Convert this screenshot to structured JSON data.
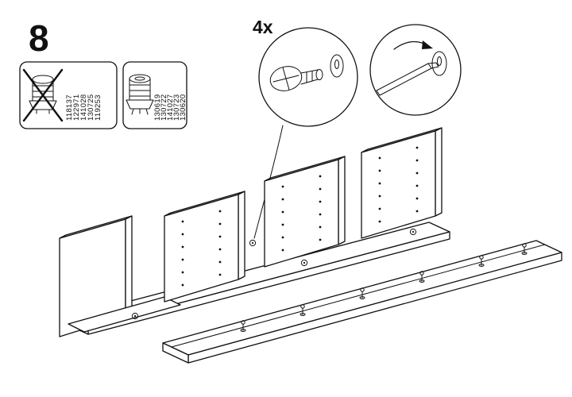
{
  "step": {
    "number": "8"
  },
  "callout": {
    "quantity_label": "4x"
  },
  "parts": {
    "excluded_box": {
      "icon": "crossed-out-spring-part-icon",
      "numbers": [
        "118137",
        "122971",
        "141028",
        "130725",
        "119253"
      ]
    },
    "included_box": {
      "icon": "spring-part-icon",
      "numbers": [
        "130619",
        "130722",
        "141027",
        "130723",
        "130620"
      ]
    }
  },
  "colors": {
    "line": "#111111",
    "background": "#ffffff"
  }
}
